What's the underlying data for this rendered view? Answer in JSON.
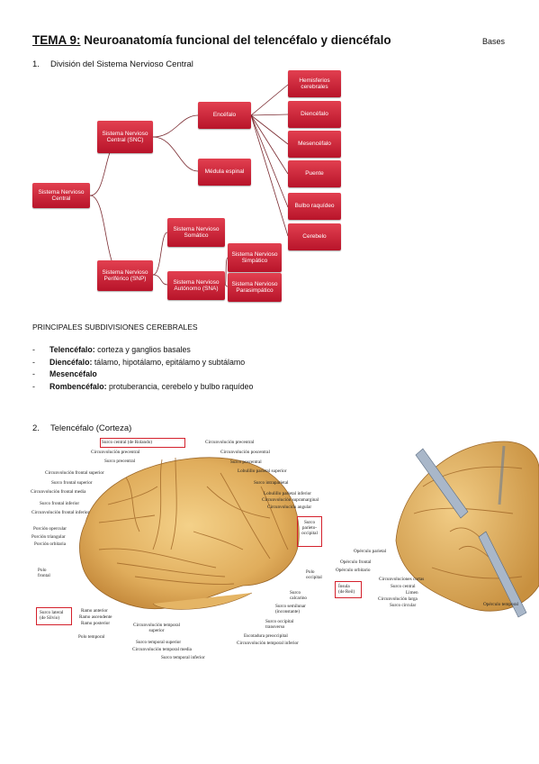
{
  "header": {
    "number": "TEMA 9:",
    "title": " Neuroanatomía funcional del telencéfalo y diencéfalo",
    "tag": "Bases"
  },
  "section1": {
    "number": "1.",
    "title": "División del Sistema Nervioso Central"
  },
  "diagram": {
    "snc": "Sistema Nervioso Central",
    "snc_short": "Sistema Nervioso Central (SNC)",
    "encefalo": "Encéfalo",
    "medula": "Médula espinal",
    "hemisferios": "Hemisferios cerebrales",
    "diencefalo": "Diencéfalo",
    "mesencefalo": "Mesencéfalo",
    "puente": "Puente",
    "bulbo": "Bulbo raquídeo",
    "cerebelo": "Cerebelo",
    "somatico": "Sistema Nervioso Somático",
    "snp": "Sistema Nervioso Periférico (SNP)",
    "autonomo": "Sistema Nervioso Autónomo (SNA)",
    "simpatico": "Sistema Nervioso Simpático",
    "parasimpatico": "Sistema Nervioso Parasimpático"
  },
  "subdivisions": {
    "title": "PRINCIPALES SUBDIVISIONES CEREBRALES",
    "items": [
      {
        "term": "Telencéfalo:",
        "desc": " corteza y ganglios basales"
      },
      {
        "term": "Diencéfalo:",
        "desc": " tálamo, hipotálamo, epitálamo y subtálamo"
      },
      {
        "term": "Mesencéfalo",
        "desc": ""
      },
      {
        "term": "Rombencéfalo:",
        "desc": " protuberancia, cerebelo y bulbo raquídeo"
      }
    ]
  },
  "section2": {
    "number": "2.",
    "title": "Telencéfalo (Corteza)"
  },
  "brain_left": {
    "surco_central": "Surco central (de Rolando)",
    "circ_precentral": "Circunvolución precentral",
    "surco_precentral": "Surco precentral",
    "circ_frontal_superior": "Circunvolución frontal superior",
    "surco_frontal_superior": "Surco frontal superior",
    "circ_frontal_media": "Circunvolución frontal media",
    "surco_frontal_inferior": "Surco frontal inferior",
    "circ_frontal_inferior": "Circunvolución frontal inferior",
    "porcion_opercular": "Porción opercular",
    "porcion_triangular": "Porción triangular",
    "porcion_orbitaria": "Porción orbitaria",
    "polo_frontal": "Polo frontal",
    "surco_lateral": "Surco lateral (de Silvio)",
    "ramo_anterior": "Ramo anterior",
    "ramo_ascendente": "Ramo ascendente",
    "ramo_posterior": "Ramo posterior",
    "polo_temporal": "Polo temporal",
    "circ_temporal_superior": "Circunvolución temporal superior",
    "surco_temporal_superior": "Surco temporal superior",
    "circ_temporal_media": "Circunvolución temporal media",
    "surco_temporal_inferior": "Surco temporal inferior",
    "circ_temporal_inferior": "Circunvolución temporal inferior",
    "circ_poscentral": "Circunvolución poscentral",
    "surco_poscentral": "Surco poscentral",
    "lobulillo_sup": "Lobulillo parietal superior",
    "surco_intraparietal": "Surco intraparietal",
    "lobulillo_inf": "Lobulillo parietal inferior",
    "circ_supramarginal": "Circunvolución supramarginal",
    "circ_angular": "Circunvolución angular",
    "surco_parieto": "Surco parieto-occipital",
    "polo_occipital": "Polo occipital",
    "surco_calcarino": "Surco calcarino",
    "surco_semilunar": "Surco semilunar (inconstante)",
    "surco_occipital": "Surco occipital transverso",
    "escotadura": "Escotadura preoccipital"
  },
  "brain_right": {
    "operculo_parietal": "Opérculo parietal",
    "operculo_frontal": "Opérculo frontal",
    "operculo_orbitario": "Opérculo orbitario",
    "insula": "Ínsula (de Reil)",
    "circ_cortas": "Circunvoluciones cortas",
    "surco_central": "Surco central",
    "limen": "Limen",
    "circ_larga": "Circunvolución larga",
    "surco_circular": "Surco circular",
    "operculo_temporal": "Opérculo temporal"
  }
}
